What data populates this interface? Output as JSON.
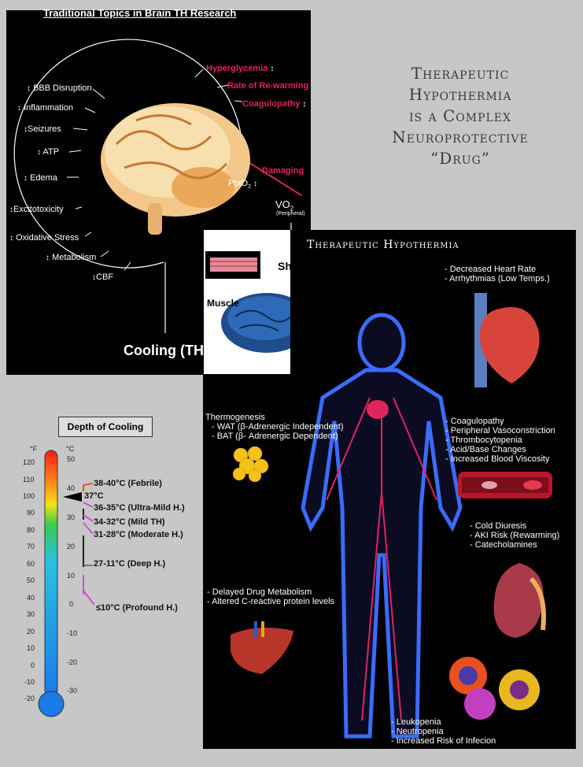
{
  "top_panel": {
    "title": "Traditional Topics in Brain TH Research",
    "left_items": [
      "BBB Disruption",
      "Inflammation",
      "Seizures",
      "ATP",
      "Edema",
      "Excitotoxicity",
      "Oxidative Stress",
      "Metabolism",
      "CBF"
    ],
    "red_items": [
      "Hyperglycemia",
      "Rate of Re-warming",
      "Coagulopathy",
      "Damaging"
    ],
    "pbto2": "PbtO",
    "vo2": "VO",
    "vo2_sub": "(Peripheral)",
    "cooling": "Cooling (TH)",
    "muscle": "Muscle",
    "shivering": "Shivering"
  },
  "headline": [
    "Therapeutic",
    "Hypothermia",
    "is a Complex",
    "Neuroprotective",
    "“Drug”"
  ],
  "right_panel": {
    "title": "Therapeutic Hypothermia",
    "heart_notes": [
      "- Decreased Heart Rate",
      "- Arrhythmias (Low Temps.)"
    ],
    "thermogenesis_title": "Thermogenesis",
    "thermogenesis_items": [
      "- WAT (β-Adrenergic Independent)",
      "- BAT (β- Adrenergic Dependent)"
    ],
    "blood_notes": [
      "- Coagulopathy",
      "- Peripheral Vasoconstriction",
      "- Thrombocytopenia",
      "- Acid/Base Changes",
      "- Increased Blood Viscosity"
    ],
    "kidney_notes": [
      "- Cold Diuresis",
      "- AKI Risk (Rewarming)",
      "- Catecholamines"
    ],
    "liver_notes": [
      "- Delayed Drug Metabolism",
      "- Altered C-reactive protein levels"
    ],
    "immune_notes": [
      "- Leukopenia",
      "- Neutropenia",
      "- Increased Risk of Infecion"
    ]
  },
  "depth_of_cooling": {
    "title": "Depth of Cooling",
    "unit_f": "°F",
    "unit_c": "°C",
    "f_ticks": [
      "120",
      "110",
      "100",
      "90",
      "80",
      "70",
      "60",
      "50",
      "40",
      "30",
      "20",
      "10",
      "0",
      "-10",
      "-20"
    ],
    "c_ticks": [
      "50",
      "40",
      "30",
      "20",
      "10",
      "0",
      "-10",
      "-20",
      "-30"
    ],
    "ranges": [
      "38-40°C (Febrile)",
      "37°C",
      "36-35°C (Ultra-Mild H.)",
      "34-32°C (Mild TH)",
      "31-28°C (Moderate H.)",
      "27-11°C (Deep H.)",
      "≤10°C (Profound H.)"
    ]
  },
  "colors": {
    "damaging_red": "#e0245e",
    "panel_bg": "#000000",
    "page_bg": "#c7c7c7"
  }
}
